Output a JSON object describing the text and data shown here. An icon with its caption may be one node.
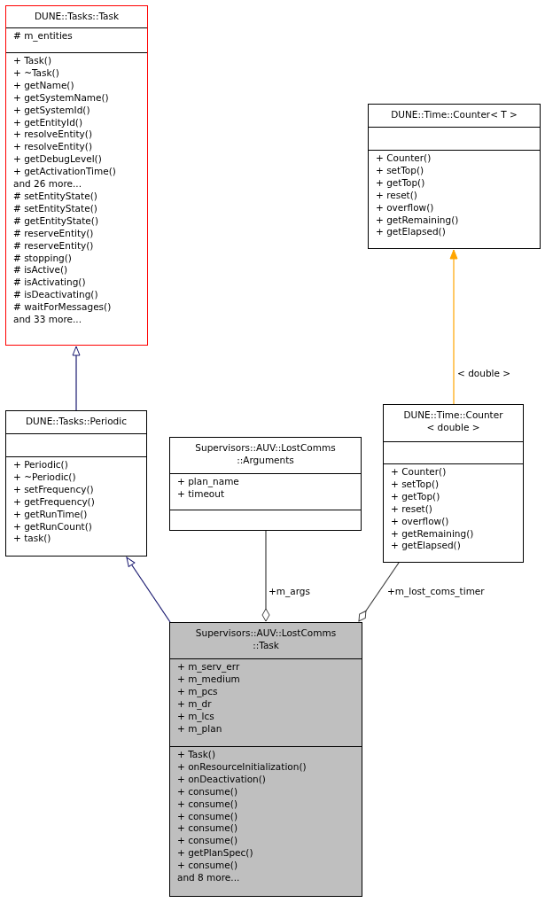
{
  "diagram": {
    "nodes": [
      {
        "text": [
          "DUNE::Tasks::Task"
        ]
      },
      {
        "text": [
          "# m_entities"
        ],
        "in": 0
      },
      {
        "text": [
          "+ Task()",
          "+ ~Task()",
          "+ getName()",
          "+ getSystemName()",
          "+ getSystemId()",
          "+ getEntityId()",
          "+ resolveEntity()",
          "+ resolveEntity()",
          "+ getDebugLevel()",
          "+ getActivationTime()",
          "and 26 more...",
          "# setEntityState()",
          "# setEntityState()",
          "# getEntityState()",
          "# reserveEntity()",
          "# reserveEntity()",
          "# stopping()",
          "# isActive()",
          "# isActivating()",
          "# isDeactivating()",
          "# waitForMessages()",
          "and 33 more..."
        ],
        "in": 0
      },
      {
        "text": [
          "DUNE::Time::Counter< T >"
        ]
      },
      {
        "text": [],
        "shape": "box",
        "in": 3
      },
      {
        "text": [
          "+ Counter()",
          "+ setTop()",
          "+ getTop()",
          "+ reset()",
          "+ overflow()",
          "+ getRemaining()",
          "+ getElapsed()"
        ],
        "in": 3
      },
      {
        "text": [
          "DUNE::Tasks::Periodic"
        ]
      },
      {
        "text": [],
        "shape": "box",
        "in": 6
      },
      {
        "text": [
          "+ Periodic()",
          "+ ~Periodic()",
          "+ setFrequency()",
          "+ getFrequency()",
          "+ getRunTime()",
          "+ getRunCount()",
          "+ task()"
        ],
        "in": 6
      },
      {
        "text": [
          "Supervisors::AUV::LostComms ::Arguments"
        ]
      },
      {
        "text": [
          "+ plan_name",
          "+ timeout"
        ],
        "in": 9
      },
      {
        "text": [],
        "shape": "box",
        "in": 9
      },
      {
        "text": [
          "DUNE::Time::Counter < double >"
        ]
      },
      {
        "text": [],
        "shape": "box",
        "in": 12
      },
      {
        "text": [
          "+ Counter()",
          "+ setTop()",
          "+ getTop()",
          "+ reset()",
          "+ overflow()",
          "+ getRemaining()",
          "+ getElapsed()"
        ],
        "in": 12
      },
      {
        "text": [
          "Supervisors::AUV::LostComms ::Task"
        ]
      },
      {
        "text": [
          "+ m_serv_err",
          "+ m_medium",
          "+ m_pcs",
          "+ m_dr",
          "+ m_lcs",
          "+ m_plan"
        ],
        "in": 15
      },
      {
        "text": [
          "+ Task()",
          "+ onResourceInitialization()",
          "+ onDeactivation()",
          "+ consume()",
          "+ consume()",
          "+ consume()",
          "+ consume()",
          "+ consume()",
          "+ getPlanSpec()",
          "+ consume()",
          "and 8 more..."
        ],
        "in": 15
      }
    ],
    "edges": [
      {
        "from": 6,
        "to": 0,
        "arrow": "to",
        "color": "#191970"
      },
      {
        "from": 15,
        "to": 6,
        "arrow": "to",
        "color": "#191970"
      },
      {
        "from": 12,
        "to": 3,
        "arrow": "to",
        "label": "< double >",
        "color": "#ffa500"
      },
      {
        "from": 9,
        "to": 15,
        "arrow": "other",
        "label": "+m_args",
        "color": "#404040"
      },
      {
        "from": 12,
        "to": 15,
        "arrow": "other",
        "label": "+m_lost_coms_timer",
        "color": "#404040"
      }
    ]
  }
}
